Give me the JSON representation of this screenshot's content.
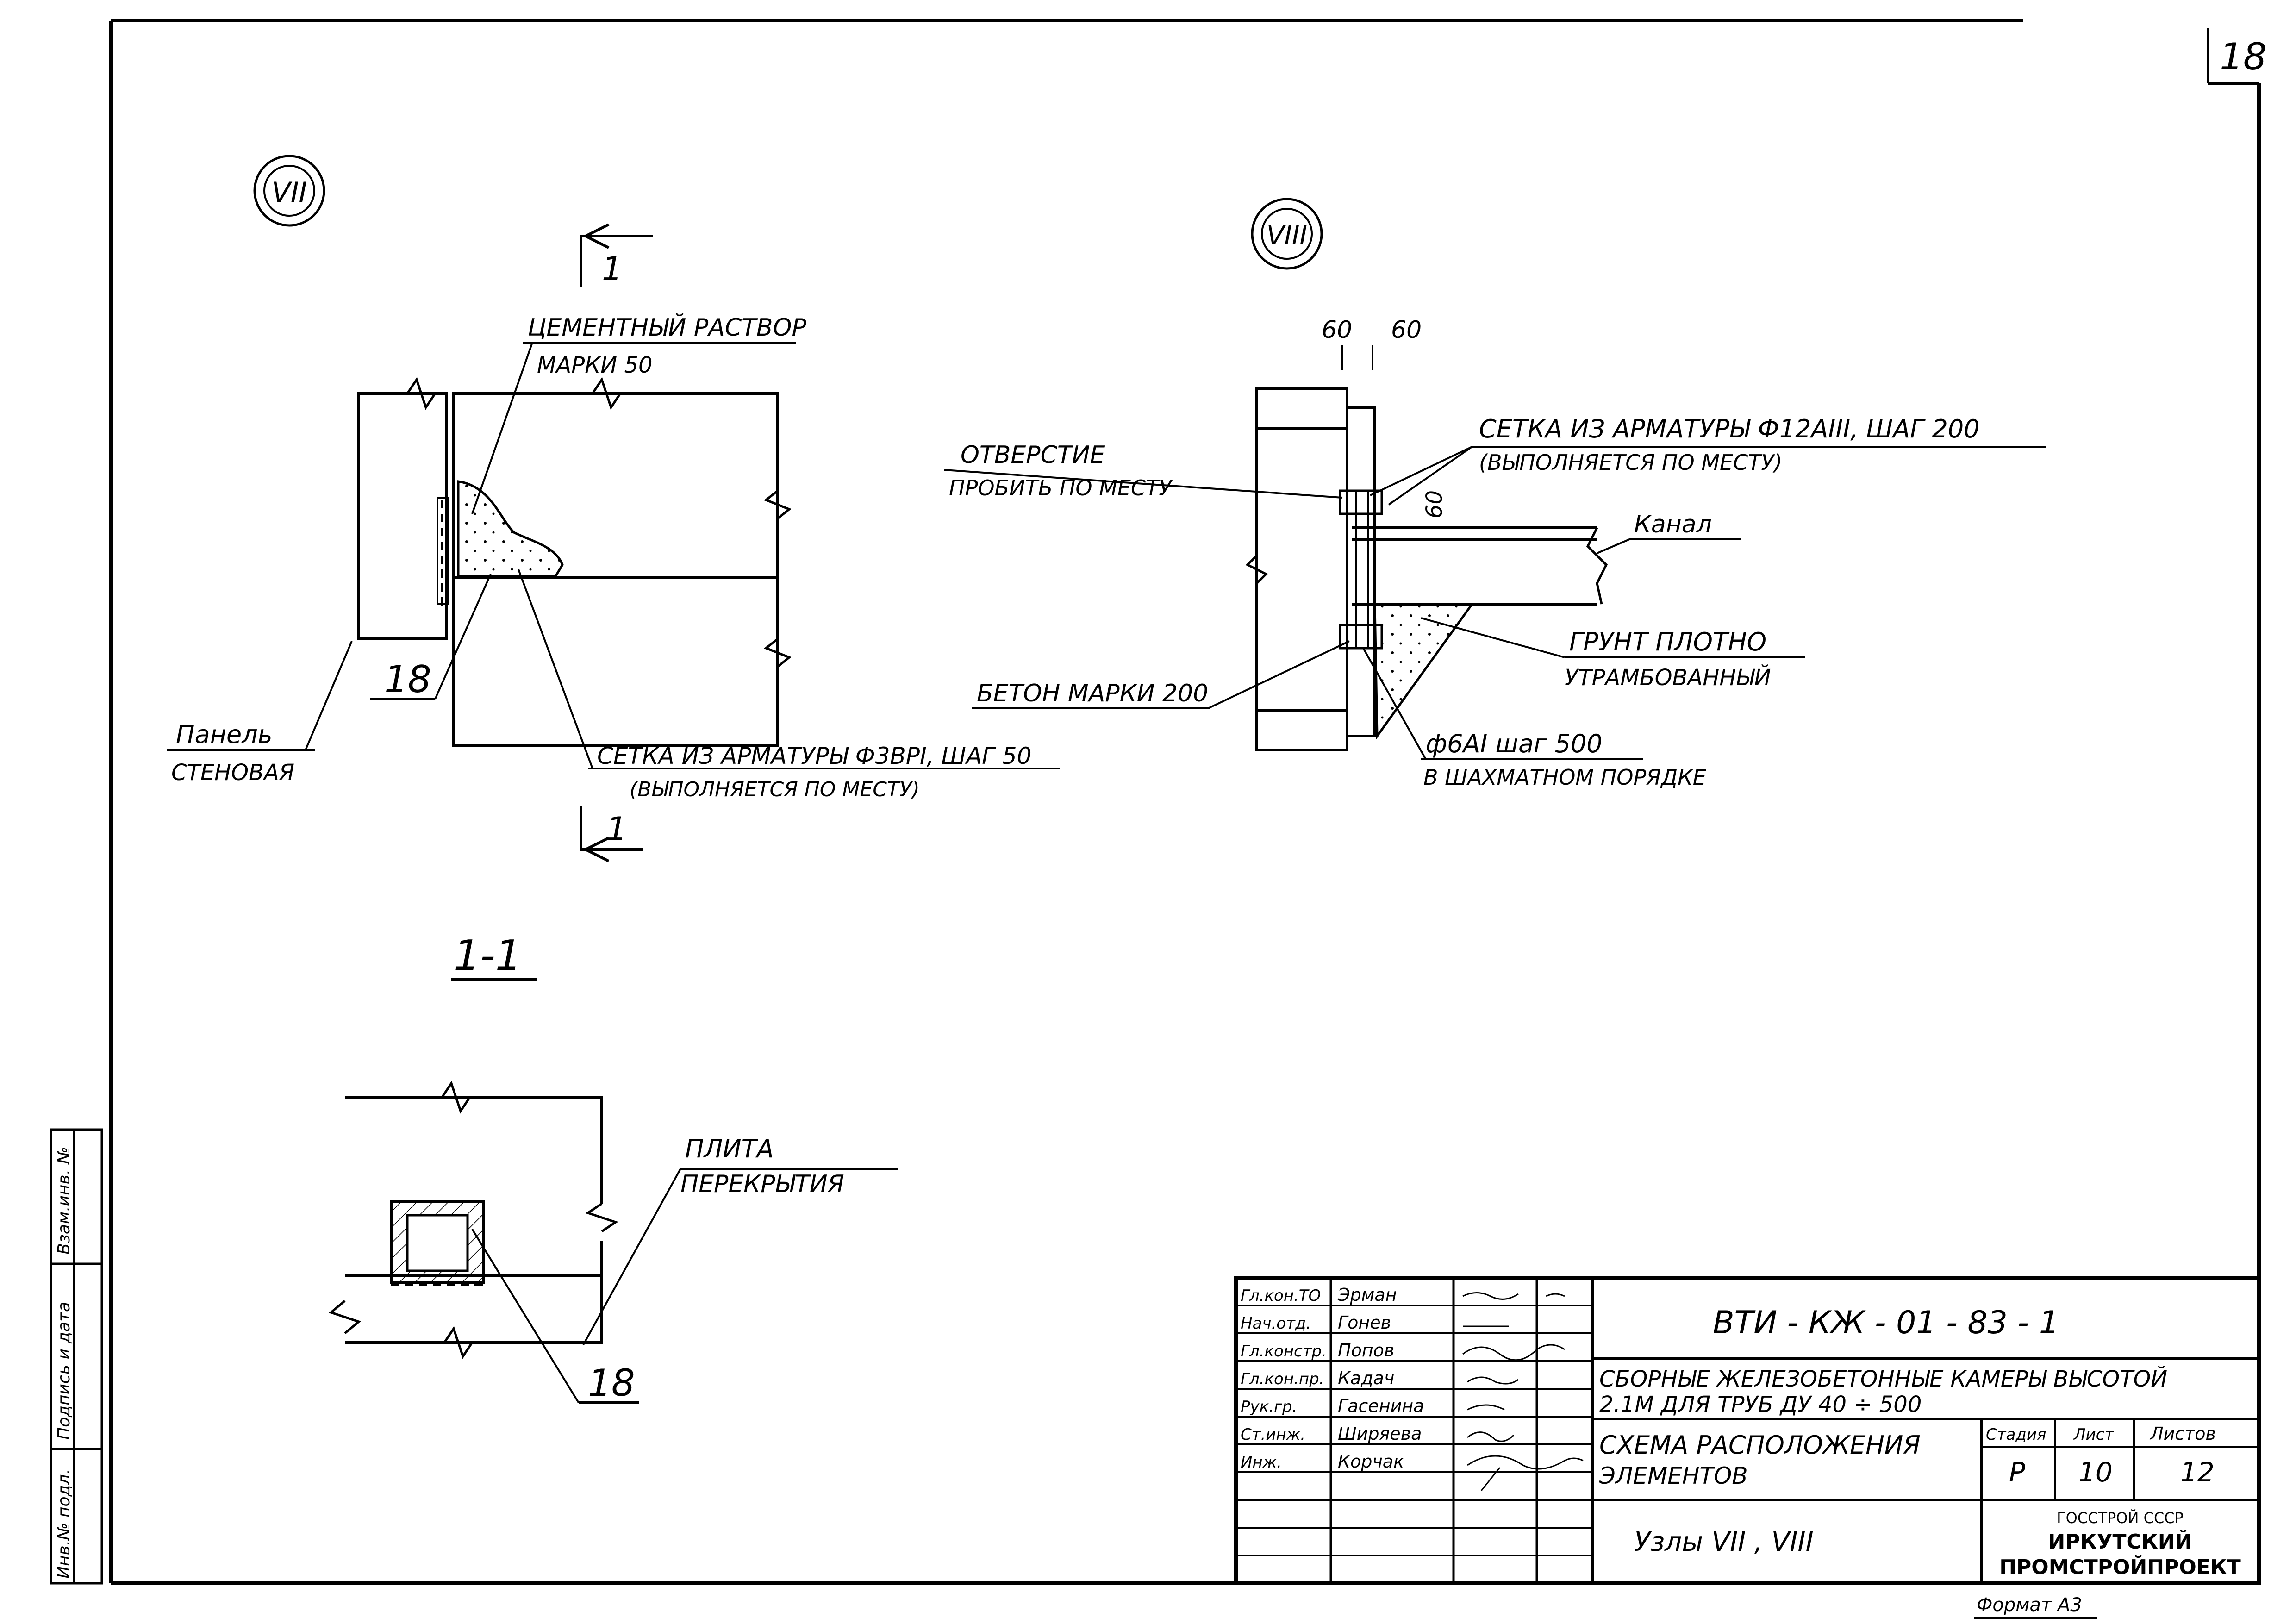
{
  "sheet": {
    "page_number": "18",
    "format_label": "Формат А3"
  },
  "node7": {
    "label": "VII",
    "section_mark_top": "1",
    "section_mark_bottom": "1",
    "mortar_line1": "Цементный раствор",
    "mortar_line2": "марки 50",
    "panel_line1": "Панель",
    "panel_line2": "стеновая",
    "mesh_line1": "Сетка из арматуры ф3ВрI, шаг 50",
    "mesh_line2": "(выполняется по месту)",
    "ref_number": "18"
  },
  "section11": {
    "title": "1-1",
    "slab_line1": "Плита",
    "slab_line2": "перекрытия",
    "ref_number": "18"
  },
  "node8": {
    "label": "VIII",
    "dim_left": "60",
    "dim_right": "60",
    "dim_side": "60",
    "hole_line1": "Отверстие",
    "hole_line2": "пробить по месту",
    "mesh_line1": "Сетка из арматуры ф12АIII, шаг 200",
    "mesh_line2": "(выполняется по месту)",
    "channel": "Канал",
    "soil_line1": "Грунт плотно",
    "soil_line2": "утрамбованный",
    "concrete": "Бетон марки 200",
    "rebar_line1": "ф6АI шаг 500",
    "rebar_line2": "в шахматном порядке"
  },
  "side_stamp": {
    "cells": [
      "Инв.№ подл.",
      "Подпись и дата",
      "Взам.инв. №"
    ]
  },
  "title_block": {
    "roles": [
      {
        "title": "Гл.кон.ТО",
        "name": "Эрман"
      },
      {
        "title": "Нач.отд.",
        "name": "Гонев"
      },
      {
        "title": "Гл.констр.",
        "name": "Попов"
      },
      {
        "title": "Гл.кон.пр.",
        "name": "Кадач"
      },
      {
        "title": "Рук.гр.",
        "name": "Гасенина"
      },
      {
        "title": "Ст.инж.",
        "name": "Ширяева"
      },
      {
        "title": "Инж.",
        "name": "Корчак"
      }
    ],
    "doc_code": "ВТИ - КЖ - 01 - 83 - 1",
    "project_line1": "Сборные железобетонные камеры высотой",
    "project_line2": "2.1м для труб Ду 40 ÷ 500",
    "sheet_title_line1": "Схема расположения",
    "sheet_title_line2": "элементов",
    "nodes_title": "Узлы VII , VIII",
    "stage_header": "Стадия",
    "sheet_header": "Лист",
    "sheets_header": "Листов",
    "stage": "Р",
    "sheet": "10",
    "sheets": "12",
    "org_line1": "Госстрой СССР",
    "org_line2": "Иркутский",
    "org_line3": "Промстройпроект"
  }
}
